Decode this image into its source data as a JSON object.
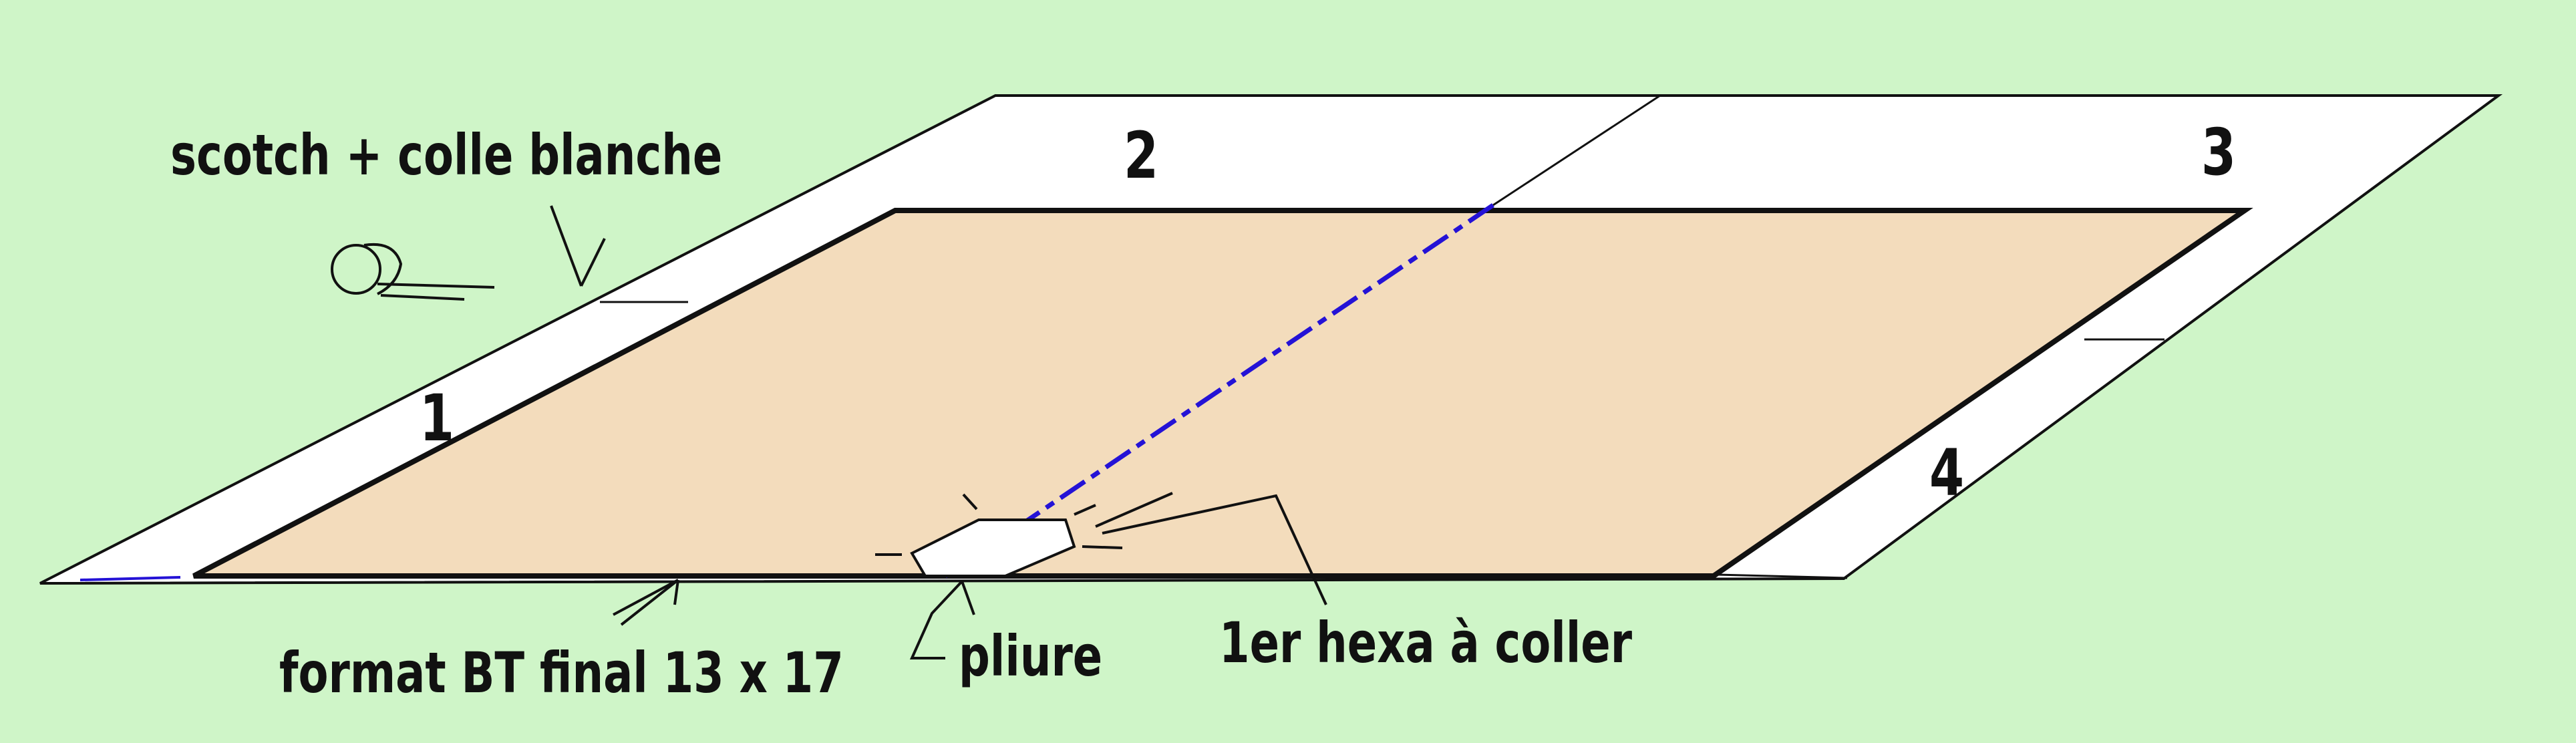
{
  "colors": {
    "background": "#cff5c8",
    "sheet": "#ffffff",
    "inner_area": "#f3dcbc",
    "fold_line": "#2412d6",
    "ink": "#111111"
  },
  "panels": {
    "n1": "1",
    "n2": "2",
    "n3": "3",
    "n4": "4"
  },
  "annotations": {
    "tape_glue": "scotch + colle blanche",
    "final_format": "format BT final 13 x 17",
    "fold": "pliure",
    "first_hex": "1er hexa à coller"
  },
  "icons": {
    "tape_roll": "tape-roll-icon",
    "hexagon": "hexagon-icon"
  }
}
